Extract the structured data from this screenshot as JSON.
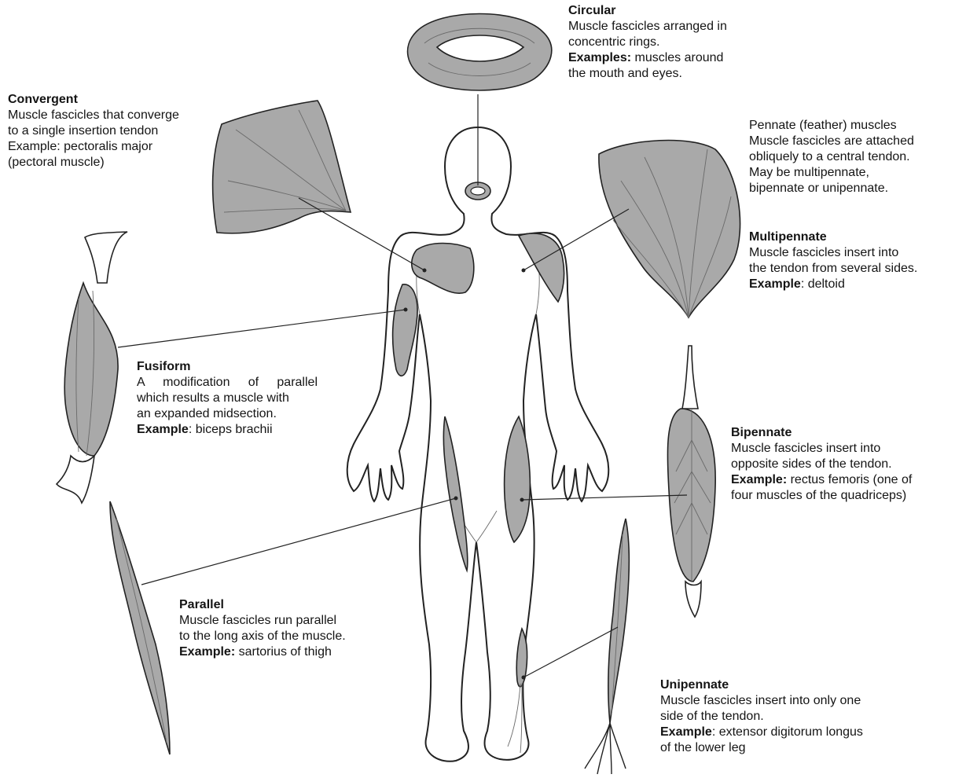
{
  "colors": {
    "muscle": "#a9a9a9",
    "outline": "#222222",
    "text": "#141414"
  },
  "labels": {
    "circular": {
      "title": "Circular",
      "lines": [
        "Muscle fascicles arranged in",
        "concentric rings."
      ],
      "example_label": "Examples:",
      "example_text": " muscles around",
      "example_cont": "the mouth and eyes."
    },
    "convergent": {
      "title": "Convergent",
      "lines": [
        "Muscle fascicles that converge",
        "to a single insertion tendon",
        "Example: pectoralis major",
        "(pectoral muscle)"
      ]
    },
    "pennate": {
      "lines": [
        "Pennate (feather) muscles",
        "Muscle fascicles are attached",
        "obliquely to a central tendon.",
        "May be multipennate,",
        "bipennate or unipennate."
      ]
    },
    "multipennate": {
      "title": "Multipennate",
      "lines": [
        "Muscle fascicles insert into",
        "the tendon from several sides."
      ],
      "example_label": "Example",
      "example_text": ": deltoid"
    },
    "fusiform": {
      "title": "Fusiform",
      "lines": [
        "A modification of parallel",
        "which results a muscle with",
        "an expanded midsection."
      ],
      "example_label": "Example",
      "example_text": ": biceps brachii"
    },
    "bipennate": {
      "title": "Bipennate",
      "lines": [
        "Muscle fascicles insert into",
        "opposite sides of the tendon."
      ],
      "example_label": "Example:",
      "example_text": " rectus femoris (one of",
      "example_cont": "four muscles of the quadriceps)"
    },
    "parallel": {
      "title": "Parallel",
      "lines": [
        "Muscle fascicles run parallel",
        "to the long axis of the muscle."
      ],
      "example_label": "Example:",
      "example_text": " sartorius of thigh"
    },
    "unipennate": {
      "title": "Unipennate",
      "lines": [
        "Muscle fascicles insert into only one",
        "side of the tendon."
      ],
      "example_label": "Example",
      "example_text": ": extensor digitorum longus",
      "example_cont": "of the lower leg"
    }
  }
}
